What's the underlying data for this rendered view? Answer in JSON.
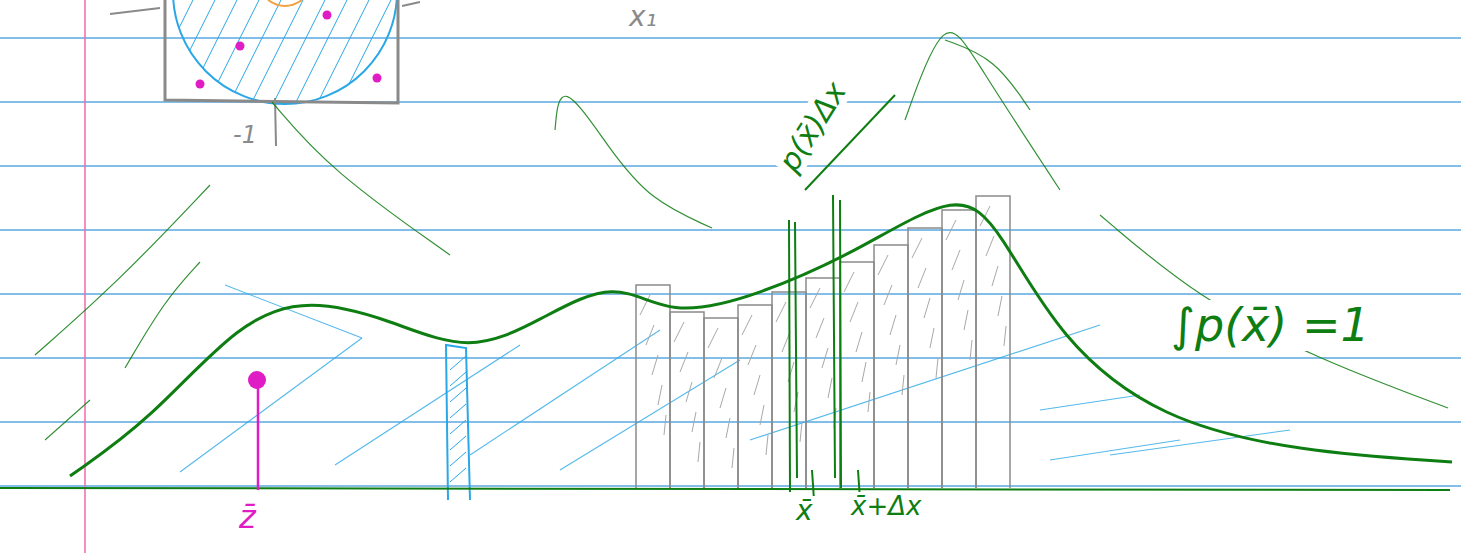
{
  "diagram": {
    "labels": [
      "x₁",
      "-1",
      "z̄",
      "x̄",
      "x̄+Δx",
      "p(x̄)Δx",
      "∫p(x̄) =1"
    ]
  }
}
